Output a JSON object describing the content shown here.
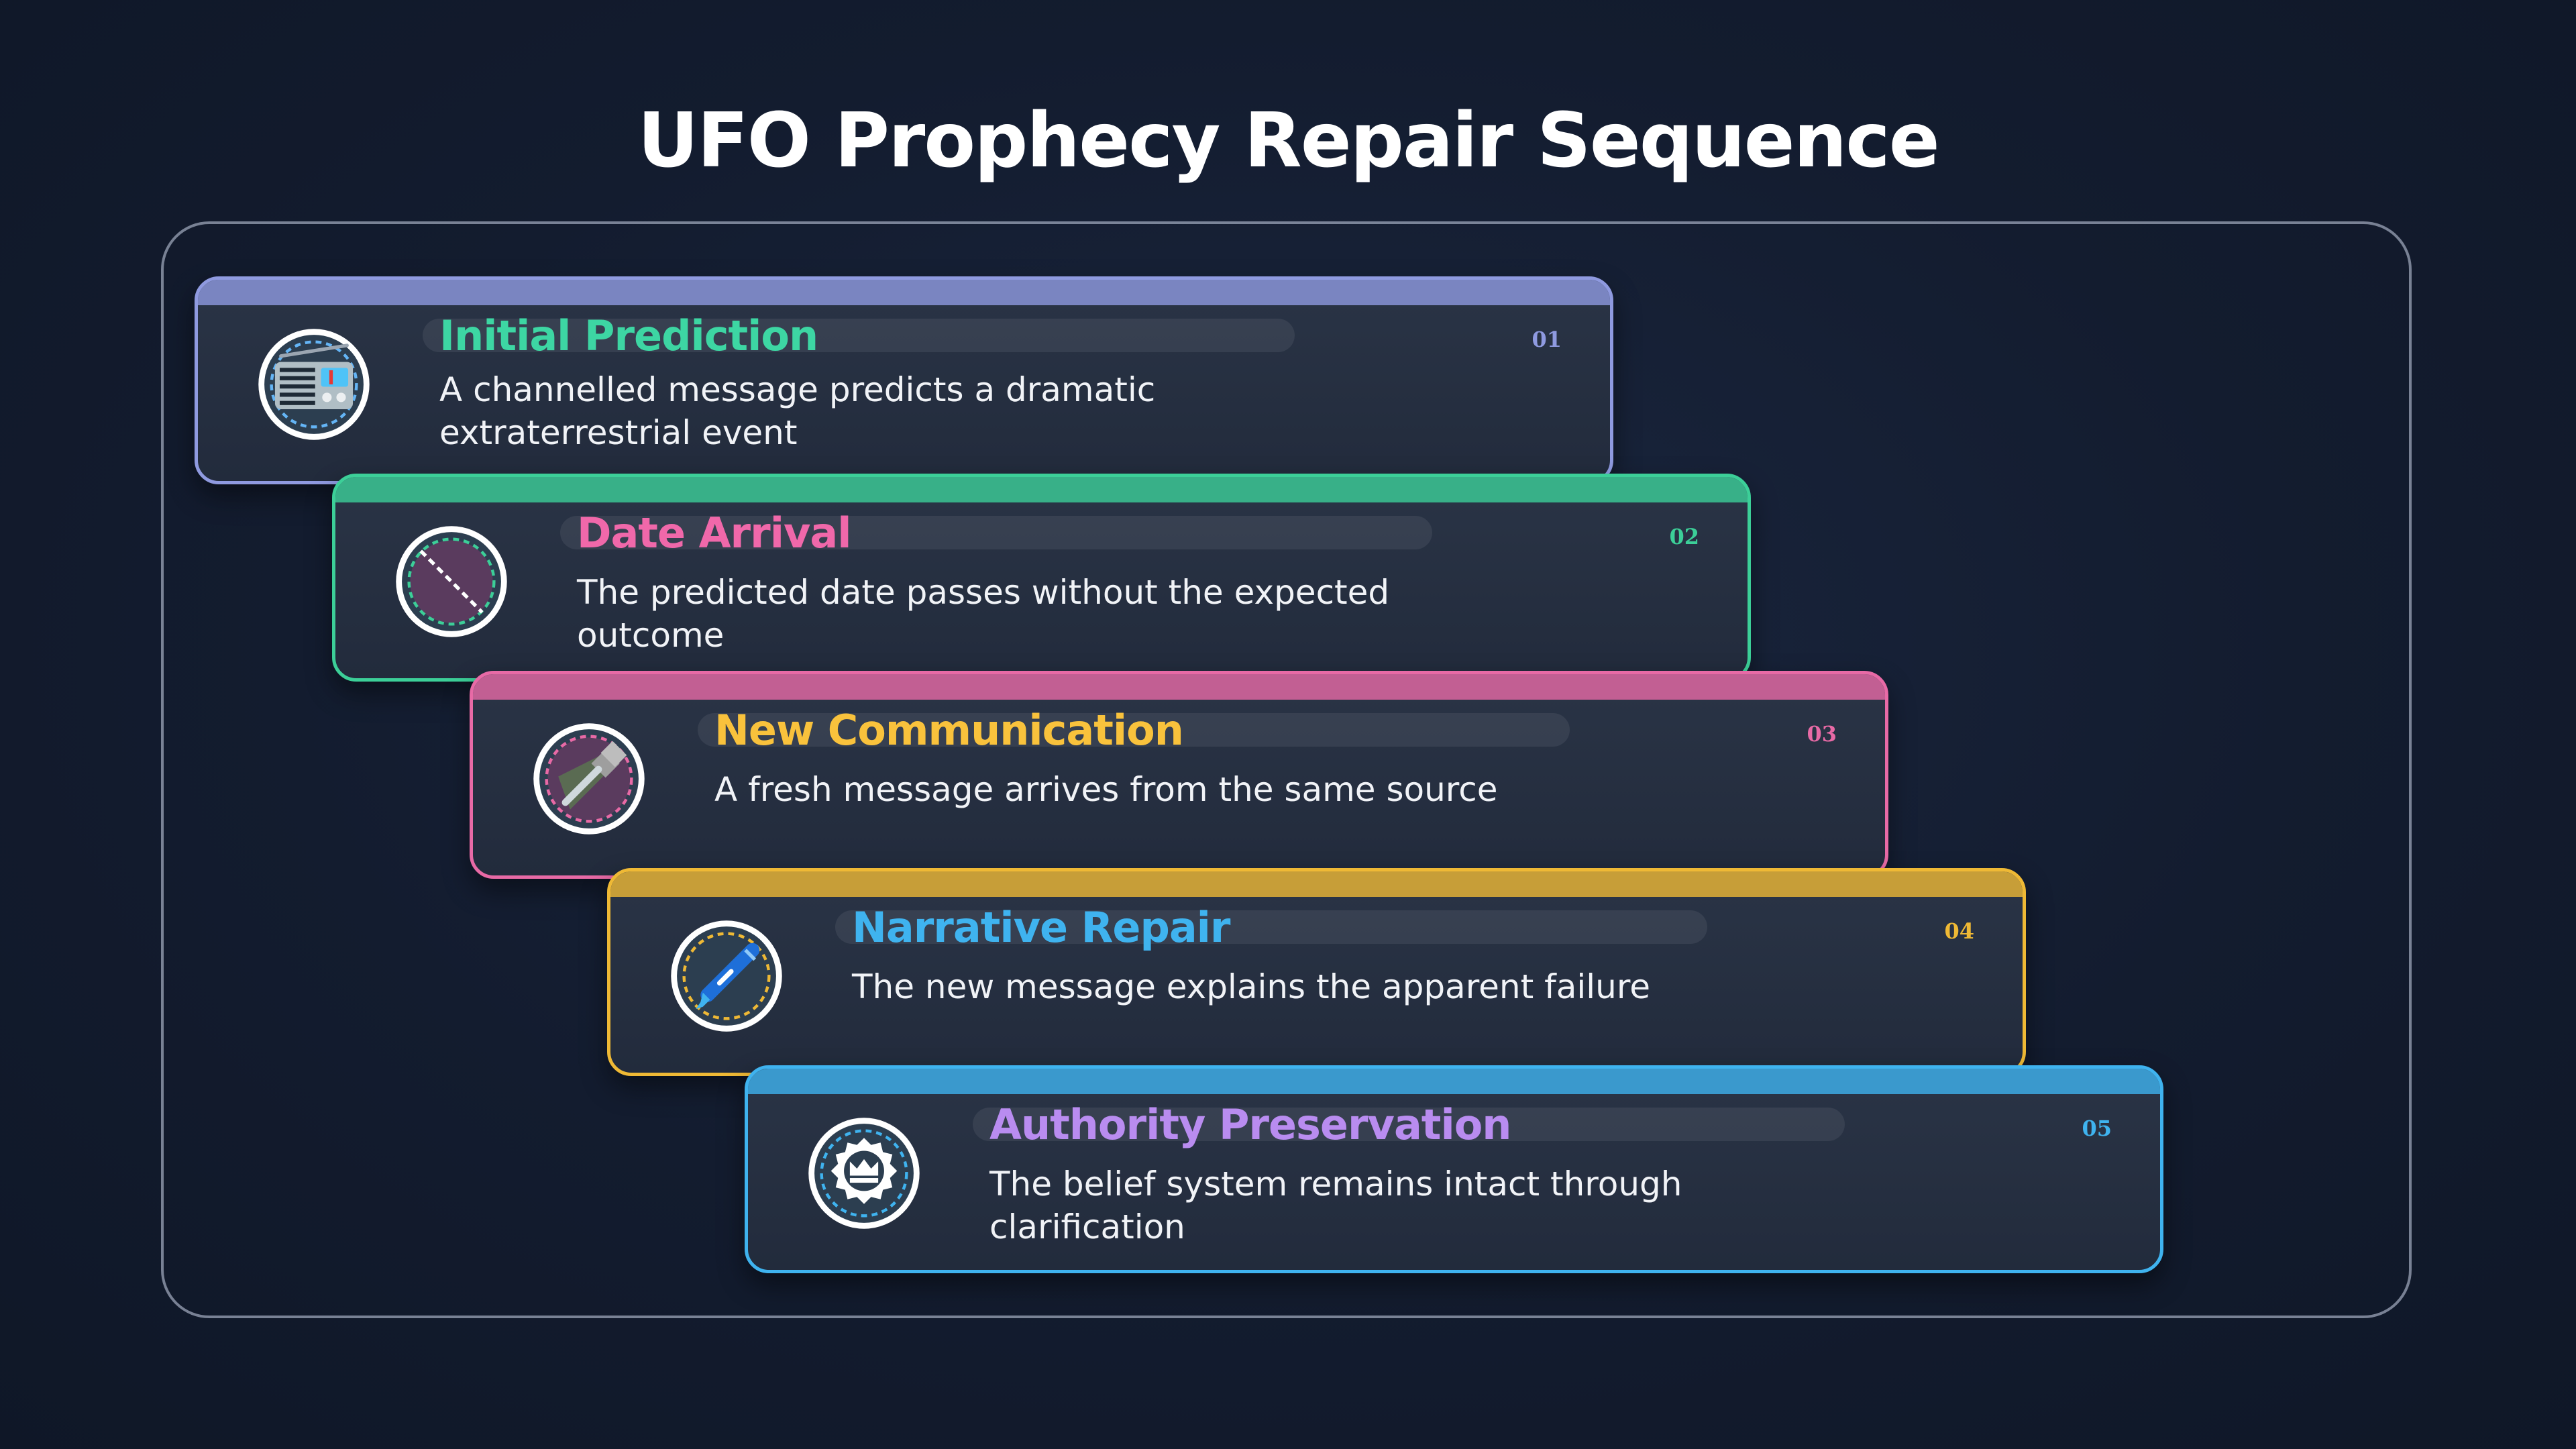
{
  "title": "UFO Prophecy Repair Sequence",
  "steps": [
    {
      "number": "01",
      "heading": "Initial Prediction",
      "description": "A channelled message predicts a dramatic extraterrestrial event",
      "icon": "radio-icon",
      "border_color": "#8f9ae0",
      "heading_color": "#3dd6a3"
    },
    {
      "number": "02",
      "heading": "Date Arrival",
      "description": "The predicted date passes without the expected outcome",
      "icon": "canceled-date-icon",
      "border_color": "#3ccf98",
      "heading_color": "#f068aa"
    },
    {
      "number": "03",
      "heading": "New Communication",
      "description": "A fresh message arrives from the same source",
      "icon": "flashlight-icon",
      "border_color": "#e86aa6",
      "heading_color": "#f9c23c"
    },
    {
      "number": "04",
      "heading": "Narrative Repair",
      "description": "The new message explains the apparent failure",
      "icon": "pen-icon",
      "border_color": "#efb935",
      "heading_color": "#3fb3ef"
    },
    {
      "number": "05",
      "heading": "Authority Preservation",
      "description": "The belief system remains intact through clarification",
      "icon": "crown-seal-icon",
      "border_color": "#3fb3ef",
      "heading_color": "#b98cf0"
    }
  ]
}
